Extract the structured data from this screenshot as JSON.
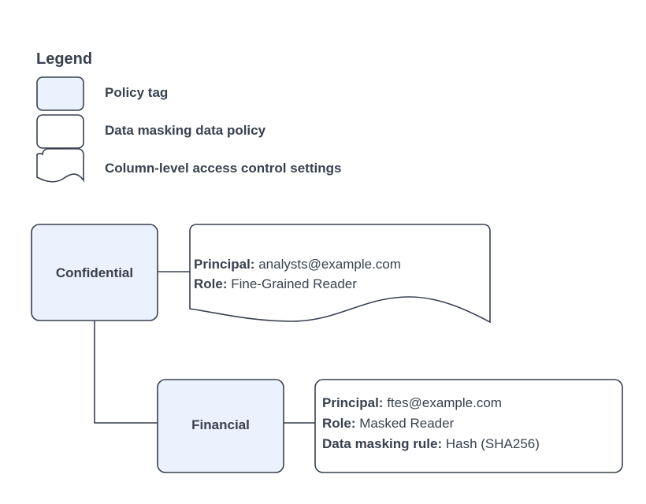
{
  "diagram": {
    "type": "policy-tag-hierarchy",
    "background_color": "#ffffff",
    "accent_fill": "#e9f2fd",
    "stroke_color": "#39414f",
    "text_color": "#39414f"
  },
  "legend": {
    "title": "Legend",
    "items": [
      {
        "swatch": "policy-tag-swatch",
        "shape": "rounded-rect-filled",
        "label": "Policy tag"
      },
      {
        "swatch": "data-policy-swatch",
        "shape": "rounded-rect",
        "label": "Data masking data policy"
      },
      {
        "swatch": "access-control-swatch",
        "shape": "wave-document",
        "label": "Column-level access control settings"
      }
    ]
  },
  "nodes": [
    {
      "id": "confidential",
      "label": "Confidential",
      "shape": "rounded-rect-filled"
    },
    {
      "id": "financial",
      "label": "Financial",
      "shape": "rounded-rect-filled"
    }
  ],
  "callouts": [
    {
      "id": "confidential-settings",
      "shape": "wave-document",
      "lines": [
        {
          "key": "Principal:",
          "value": "analysts@example.com"
        },
        {
          "key": "Role:",
          "value": "Fine-Grained Reader"
        }
      ]
    },
    {
      "id": "financial-policy",
      "shape": "rounded-rect",
      "lines": [
        {
          "key": "Principal:",
          "value": "ftes@example.com"
        },
        {
          "key": "Role:",
          "value": "Masked Reader"
        },
        {
          "key": "Data masking rule:",
          "value": "Hash (SHA256)"
        }
      ]
    }
  ],
  "connectors": [
    {
      "id": "confidential-to-settings",
      "from": "confidential",
      "to": "confidential-settings",
      "style": "straight"
    },
    {
      "id": "confidential-to-financial",
      "from": "confidential",
      "to": "financial",
      "style": "elbow"
    },
    {
      "id": "financial-to-policy",
      "from": "financial",
      "to": "financial-policy",
      "style": "straight"
    }
  ]
}
